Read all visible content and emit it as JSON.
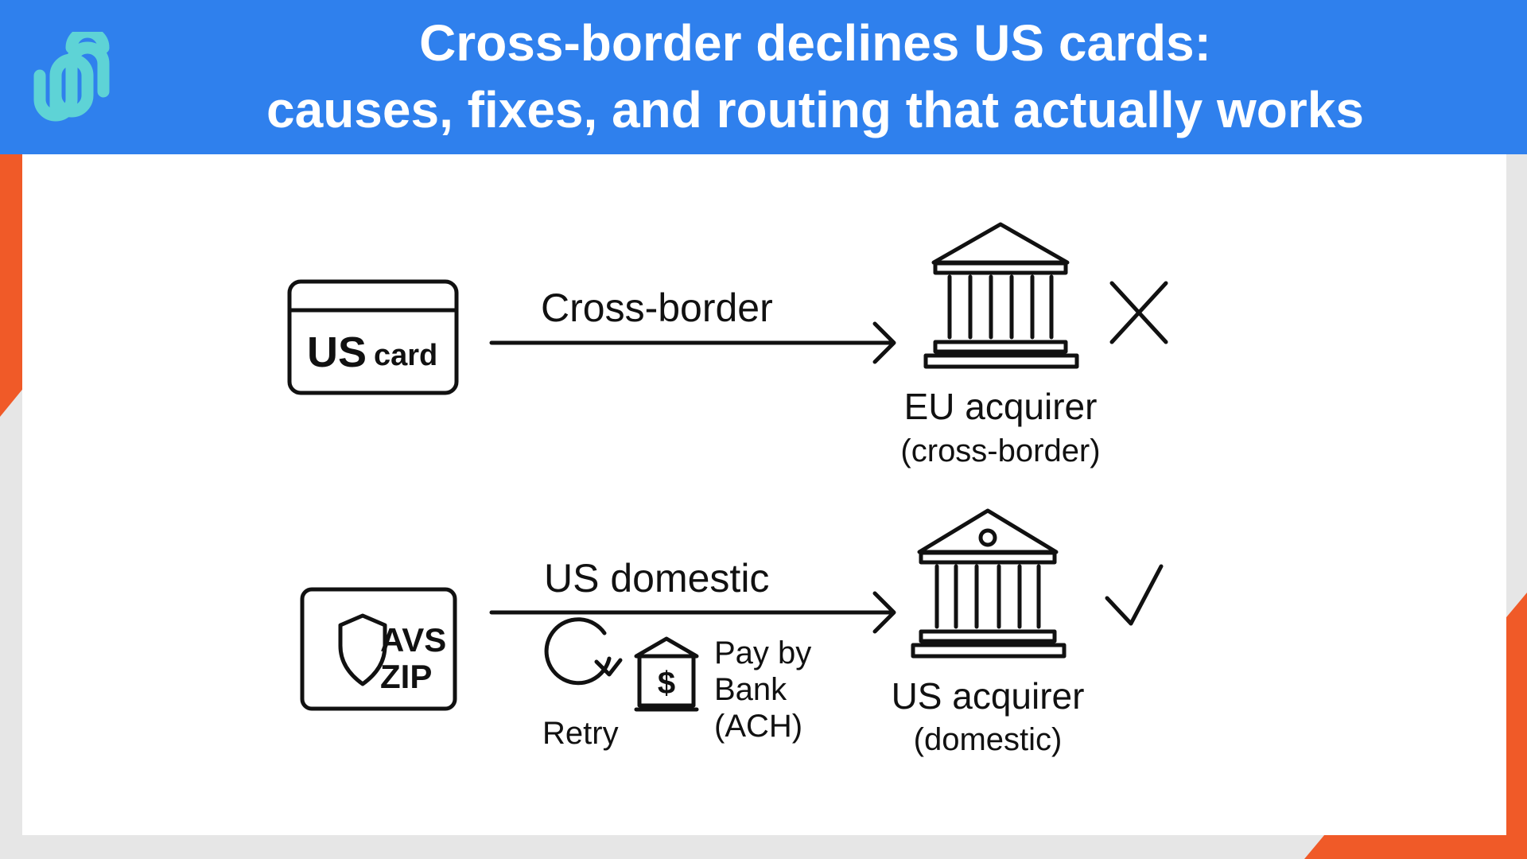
{
  "header": {
    "title_line1": "Cross-border declines US cards:",
    "title_line2": "causes, fixes, and routing that actually works",
    "background": "#2f80ed",
    "logo_icon": "interlocking-loops-logo-icon",
    "logo_color": "#5ed3d6"
  },
  "accent_color": "#f05a28",
  "diagram": {
    "top_flow": {
      "source": {
        "main": "US",
        "sub": "card",
        "icon": "credit-card-icon"
      },
      "edge_label": "Cross-border",
      "target": {
        "name": "EU acquirer",
        "sub": "(cross-border)",
        "icon": "bank-icon"
      },
      "result_icon": "cross-icon"
    },
    "bottom_flow": {
      "source": {
        "line1": "AVS",
        "line2": "ZIP",
        "icon": "shield-icon"
      },
      "edge_label": "US domestic",
      "fixes": [
        {
          "label": "Retry",
          "icon": "retry-arrow-icon"
        },
        {
          "label_lines": [
            "Pay by",
            "Bank",
            "(ACH)"
          ],
          "icon": "bank-dollar-icon"
        }
      ],
      "target": {
        "name": "US acquirer",
        "sub": "(domestic)",
        "icon": "bank-icon"
      },
      "result_icon": "check-icon"
    }
  }
}
